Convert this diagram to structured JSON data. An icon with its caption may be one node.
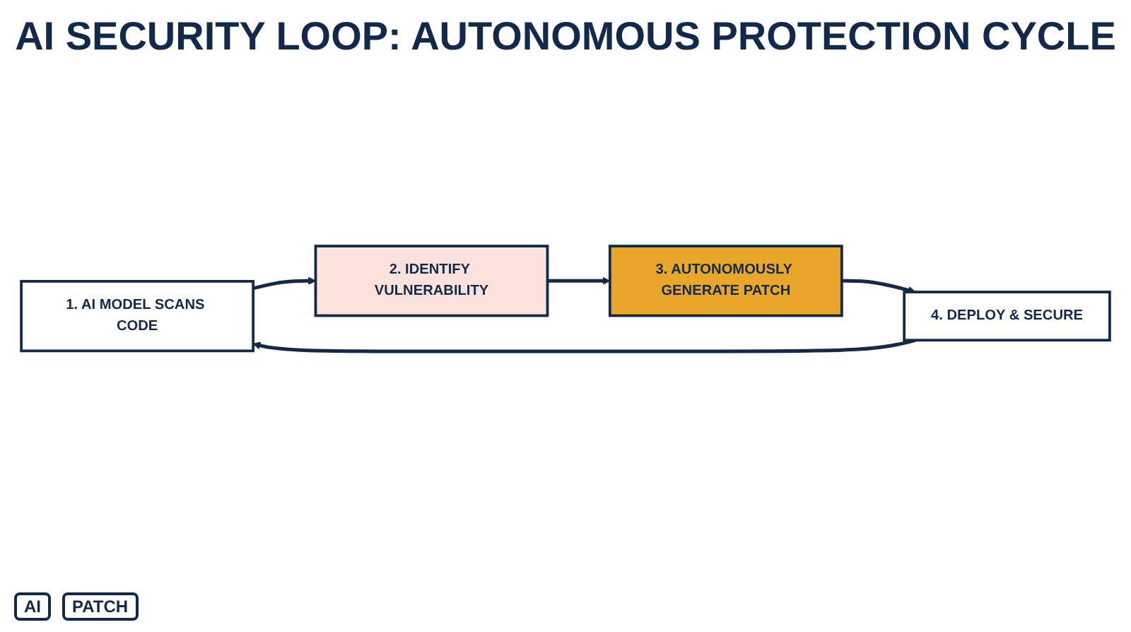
{
  "diagram": {
    "title": "AI SECURITY LOOP: AUTONOMOUS PROTECTION CYCLE",
    "nodes": [
      {
        "text": [
          "1. AI MODEL SCANS CODE"
        ]
      },
      {
        "text": [
          "2. IDENTIFY VULNERABILITY"
        ]
      },
      {
        "text": [
          "3. AUTONOMOUSLY GENERATE PATCH"
        ]
      },
      {
        "text": [
          "4. DEPLOY & SECURE"
        ]
      }
    ],
    "edges": [
      {
        "from": 0,
        "to": 1,
        "arrow": "to"
      },
      {
        "from": 1,
        "to": 2,
        "arrow": "to"
      },
      {
        "from": 2,
        "to": 3,
        "arrow": "to"
      },
      {
        "from": 3,
        "to": 0,
        "arrow": "to"
      }
    ],
    "labels": [
      "AI",
      "PATCH"
    ]
  }
}
